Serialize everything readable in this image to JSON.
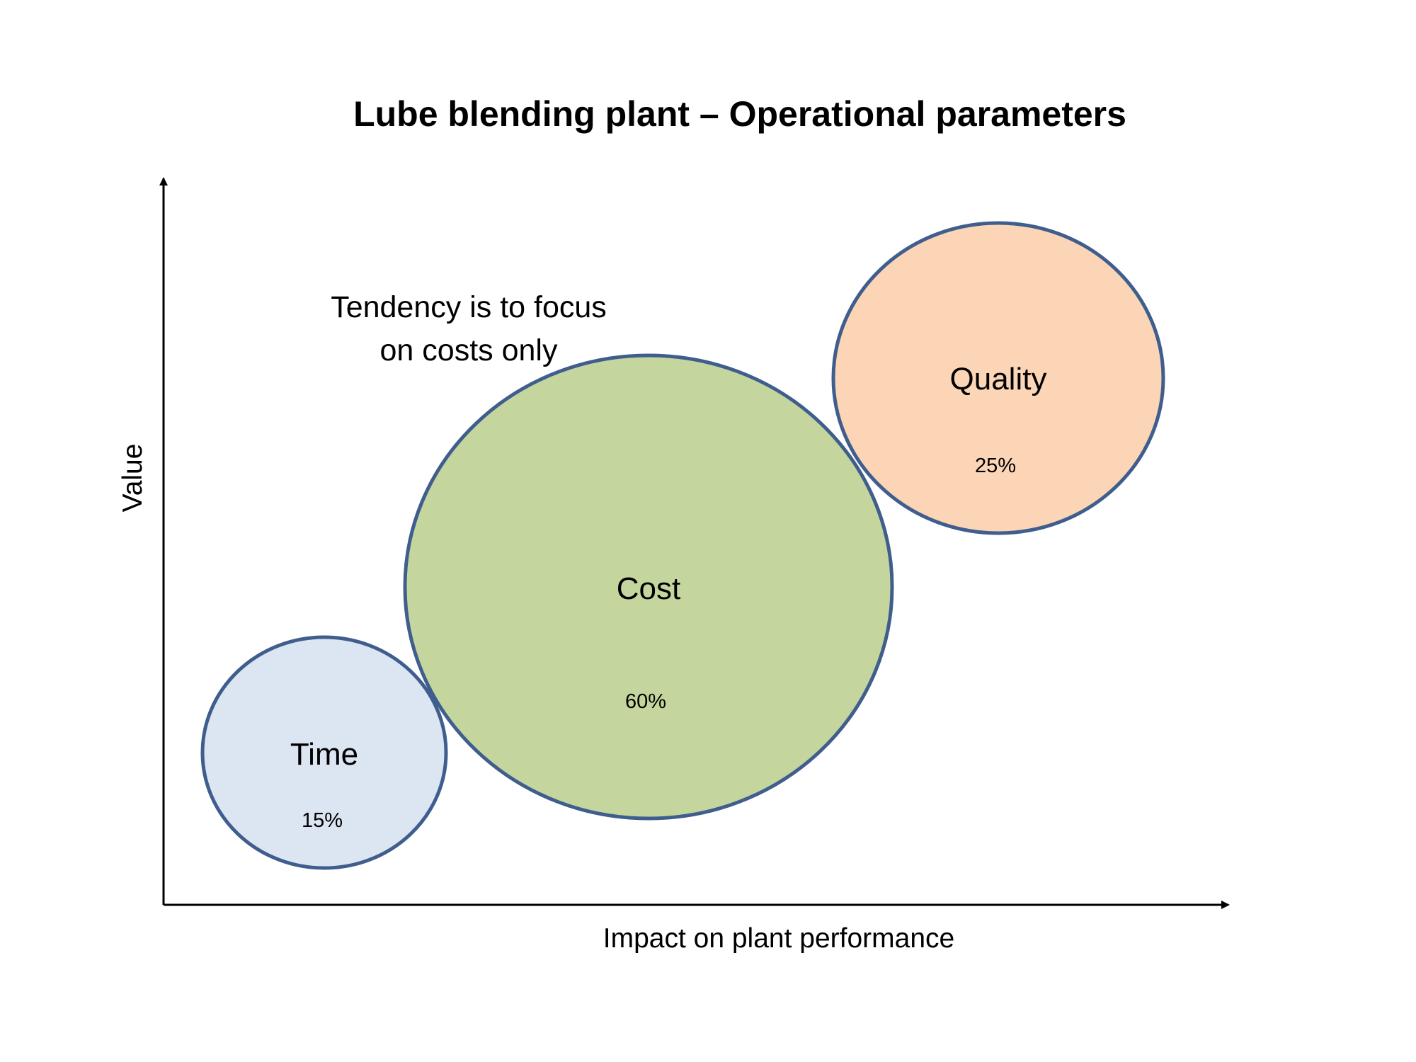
{
  "title": "Lube blending plant – Operational parameters",
  "x_axis_label": "Impact on plant performance",
  "y_axis_label": "Value",
  "annotation": {
    "line1": "Tendency is to focus",
    "line2": "on costs only"
  },
  "colors": {
    "outline": "#3f5e8e",
    "axis": "#000000"
  },
  "bubbles": [
    {
      "id": "time",
      "label": "Time",
      "value": "15%",
      "fill": "#dce5f2"
    },
    {
      "id": "cost",
      "label": "Cost",
      "value": "60%",
      "fill": "#c4d69d"
    },
    {
      "id": "quality",
      "label": "Quality",
      "value": "25%",
      "fill": "#fbd5b6"
    }
  ]
}
